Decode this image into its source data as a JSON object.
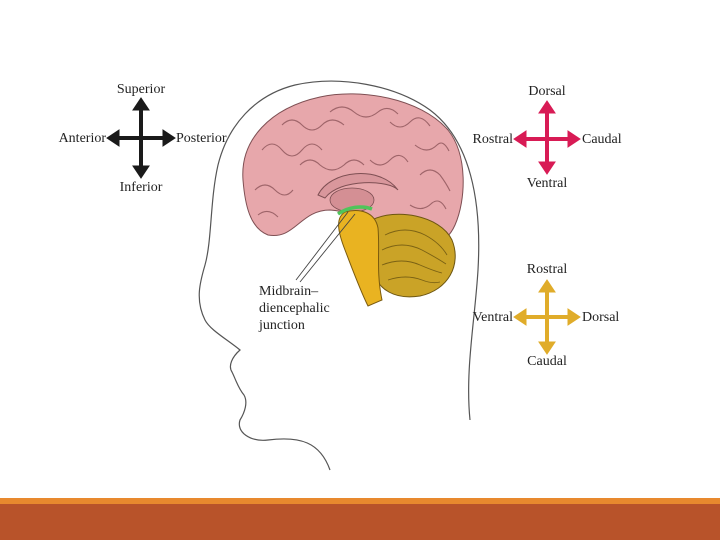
{
  "colors": {
    "background": "#ffffff",
    "footer_thin": "#e8892e",
    "footer_thick": "#b8532a",
    "brain_cortex": "#e7a7ab",
    "brain_gyri_shadow": "#c98a8f",
    "brainstem": "#e9b321",
    "cerebellum": "#caa327",
    "junction_green": "#4fc55a",
    "arrow_black": "#1a1a1a",
    "arrow_red": "#d81b55",
    "arrow_gold": "#e0ac2a"
  },
  "compass_black": {
    "top": "Superior",
    "left": "Anterior",
    "right": "Posterior",
    "bottom": "Inferior"
  },
  "compass_red": {
    "top": "Dorsal",
    "left": "Rostral",
    "right": "Caudal",
    "bottom": "Ventral"
  },
  "compass_gold": {
    "top": "Rostral",
    "left": "Ventral",
    "right": "Dorsal",
    "bottom": "Caudal"
  },
  "junction_label": {
    "line1": "Midbrain–",
    "line2": "diencephalic",
    "line3": "junction"
  }
}
